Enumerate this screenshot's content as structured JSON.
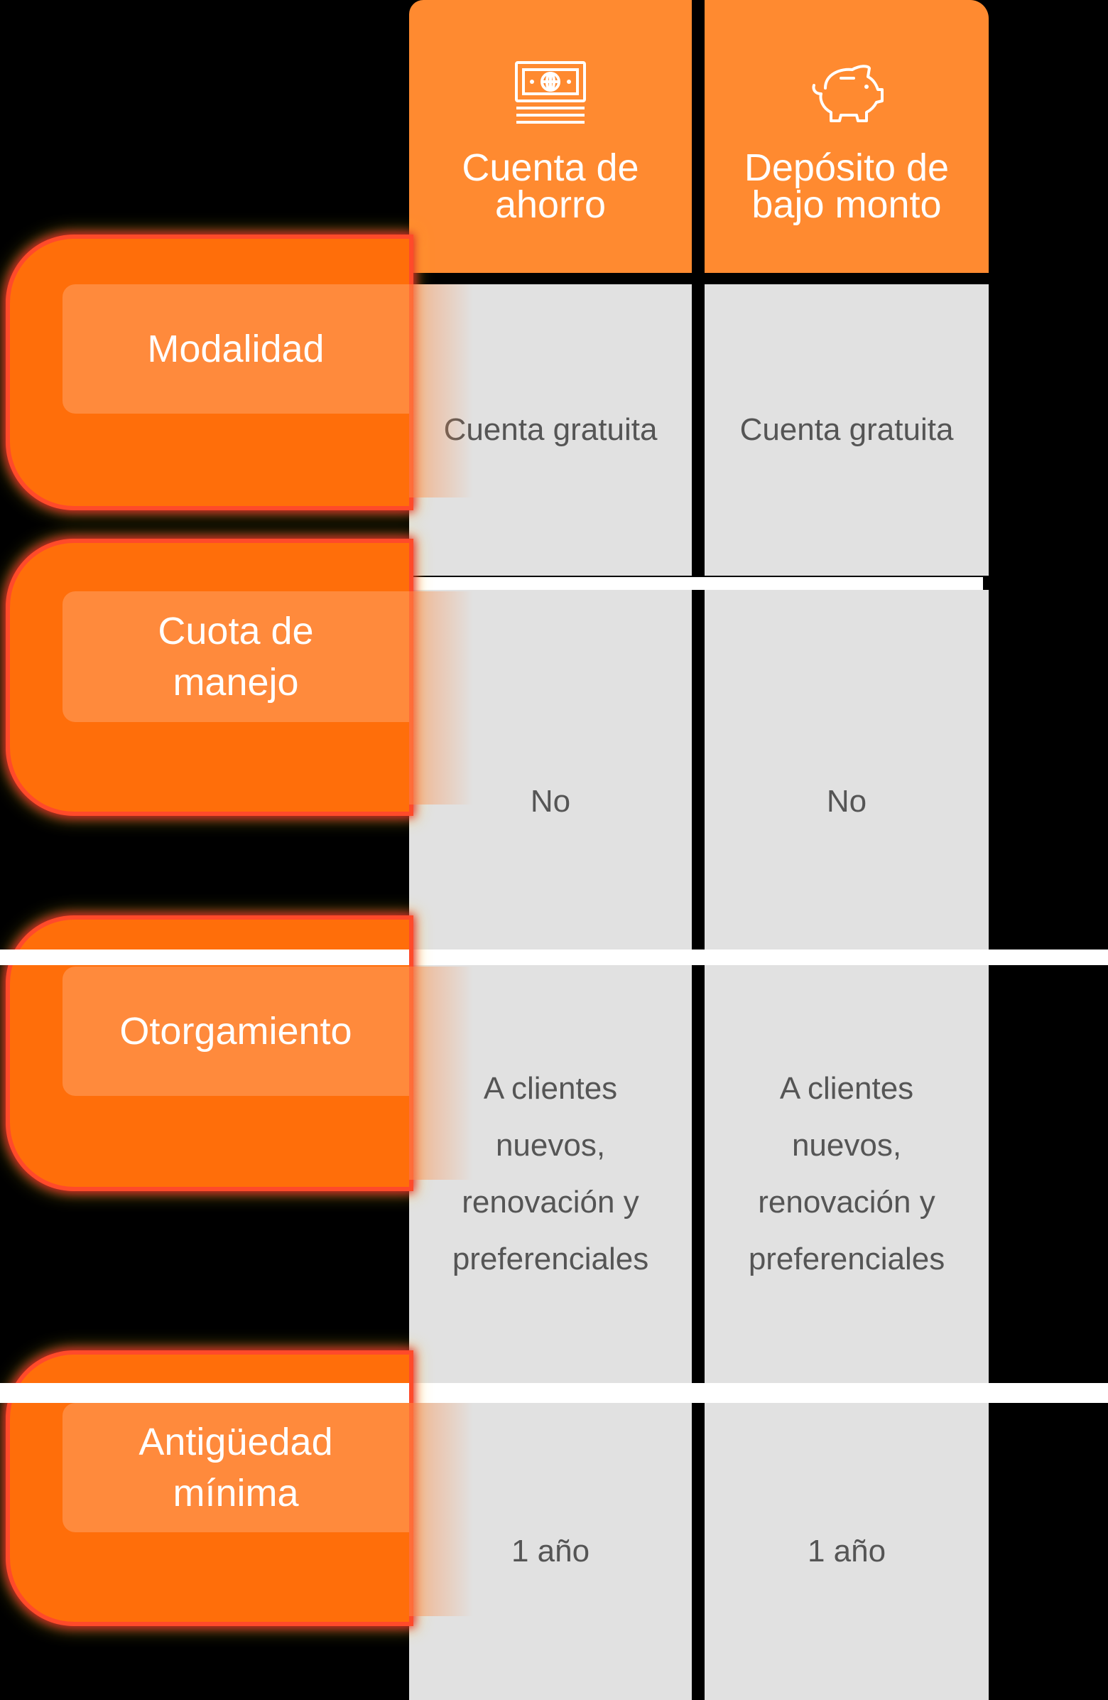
{
  "columns": [
    {
      "title": "Cuenta de\nahorro",
      "icon": "money-bill-icon"
    },
    {
      "title": "Depósito de\nbajo monto",
      "icon": "piggy-bank-icon"
    }
  ],
  "rows": [
    {
      "label": "Modalidad",
      "values": [
        "Cuenta gratuita",
        "Cuenta gratuita"
      ]
    },
    {
      "label": "Cuota de\nmanejo",
      "values": [
        "No",
        "No"
      ]
    },
    {
      "label": "Otorgamiento",
      "values": [
        "A clientes\nnuevos,\nrenovación y\npreferenciales",
        "A clientes\nnuevos,\nrenovación y\npreferenciales"
      ]
    },
    {
      "label": "Antigüedad\nmínima",
      "values": [
        "1 año",
        "1 año"
      ]
    }
  ],
  "colors": {
    "header": "#FF8A30",
    "label": "#FF8A3C",
    "cell": "#E1E1E1",
    "cell_text": "#555555",
    "background": "#000000"
  }
}
